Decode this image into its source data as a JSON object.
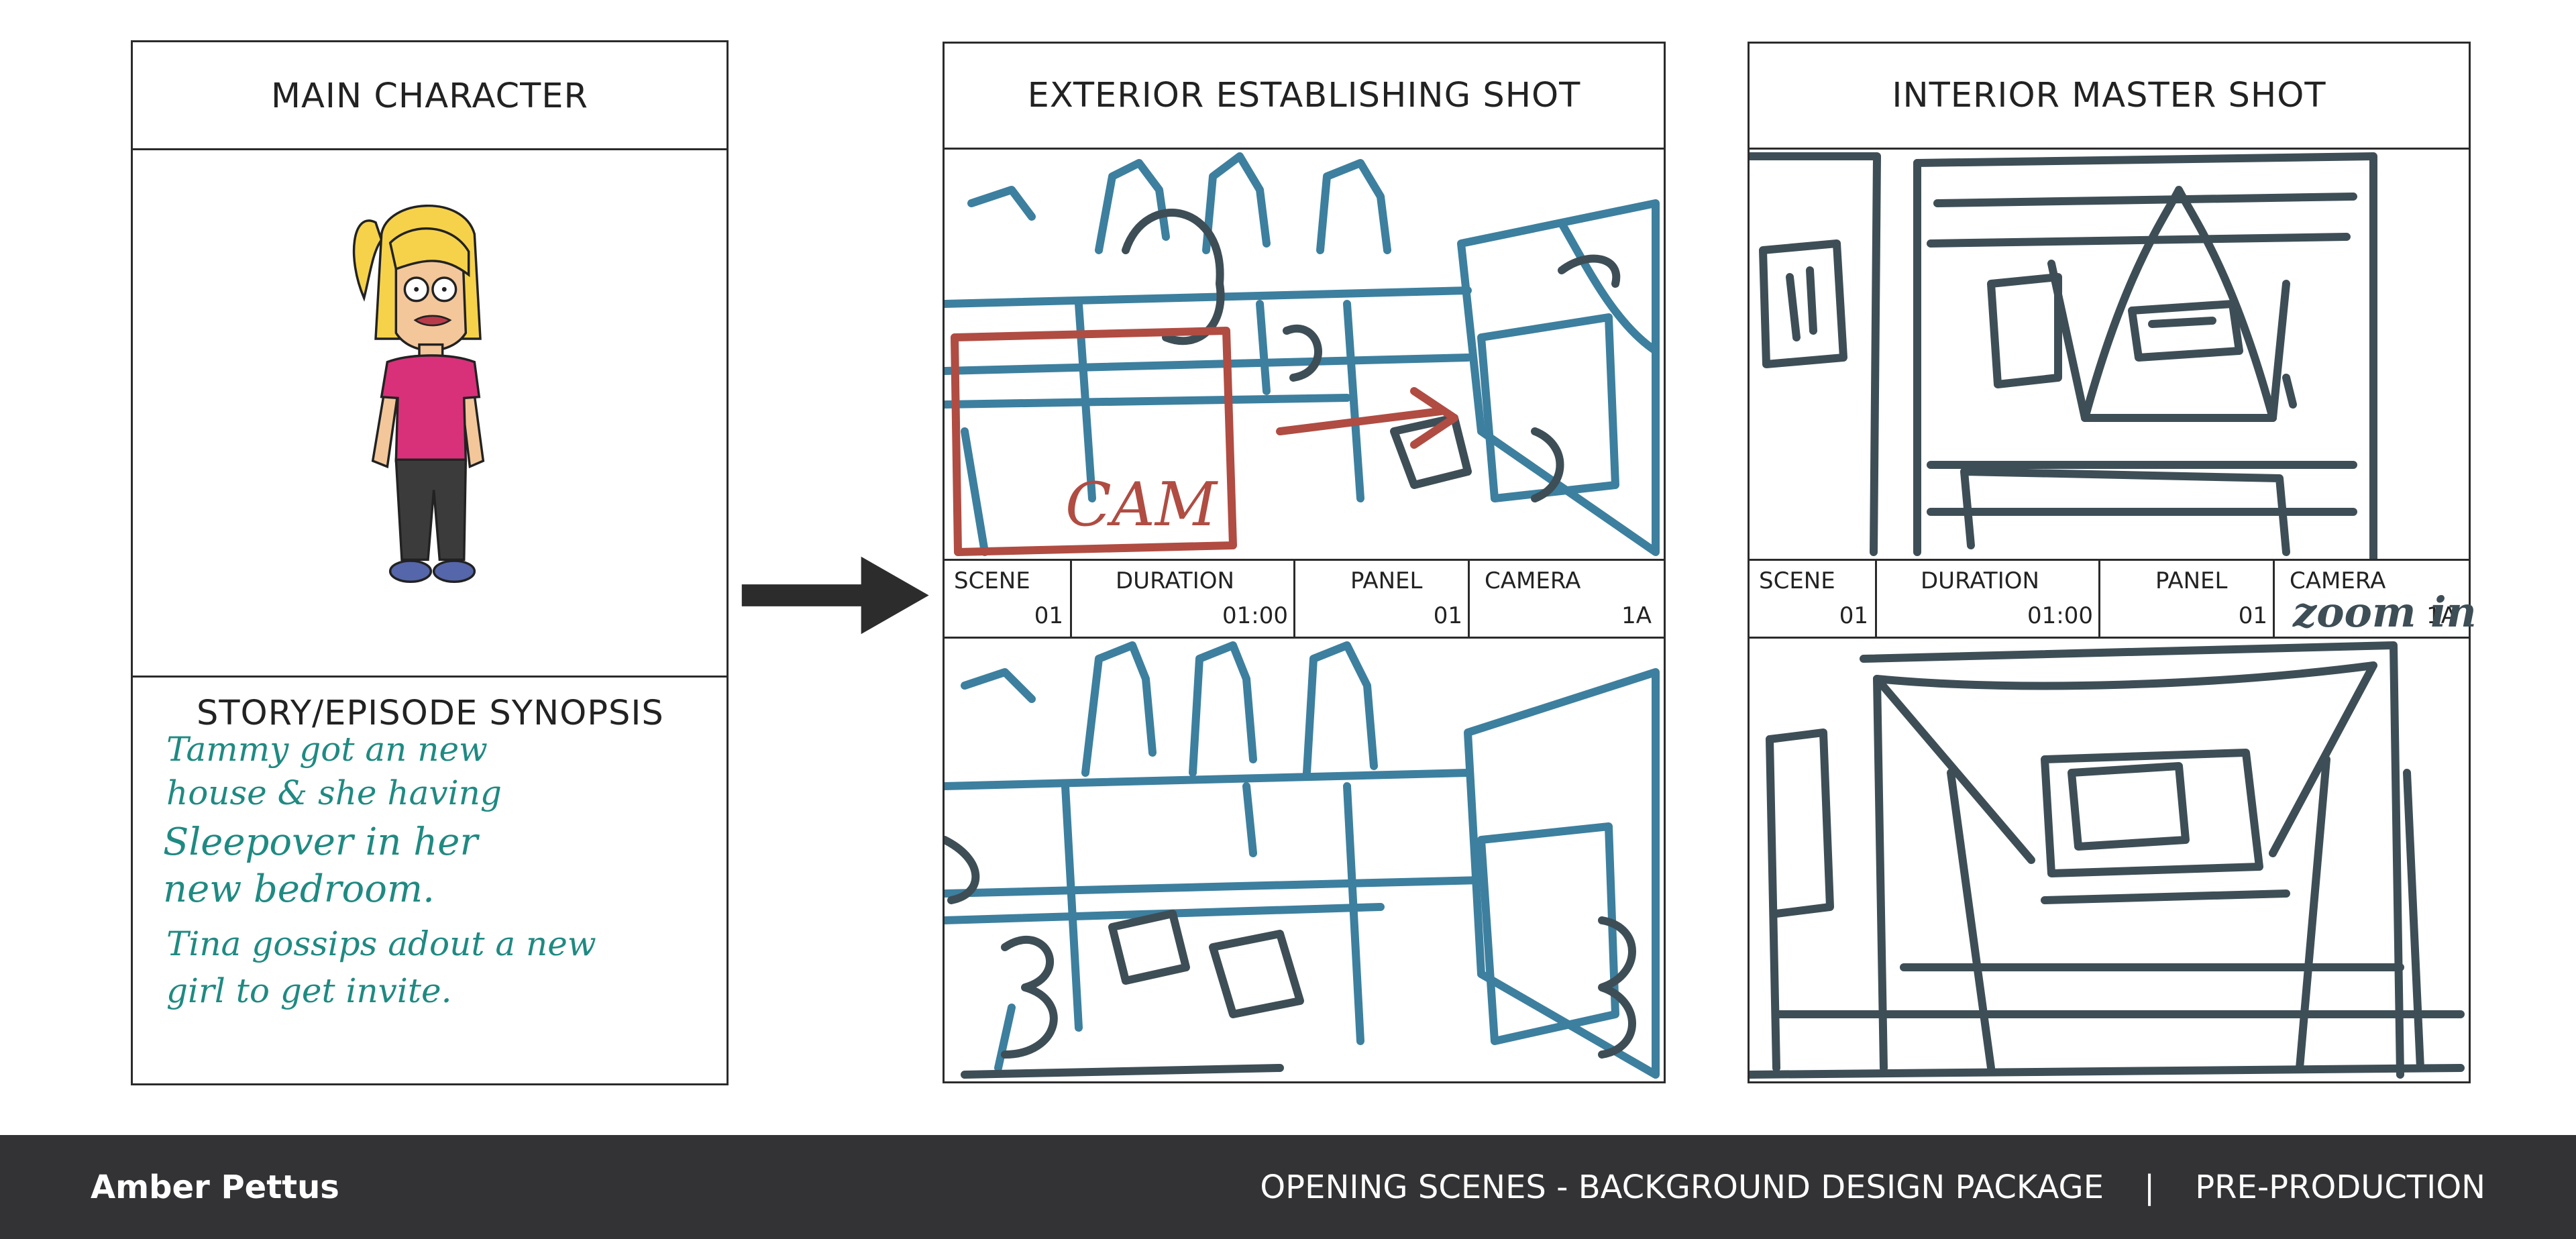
{
  "character_panel": {
    "title": "MAIN CHARACTER",
    "synopsis_title": "STORY/EPISODE SYNOPSIS",
    "synopsis_lines": [
      "Tammy got an new",
      "house & she having",
      "Sleepover in her",
      "new bedroom.",
      "Tina gossips adout a new",
      "girl to get invite."
    ]
  },
  "exterior_panel": {
    "title": "EXTERIOR ESTABLISHING SHOT",
    "sketch_note": "CAM",
    "meta": {
      "scene_label": "SCENE",
      "scene_value": "01",
      "duration_label": "DURATION",
      "duration_value": "01:00",
      "panel_label": "PANEL",
      "panel_value": "01",
      "camera_label": "CAMERA",
      "camera_value": "1A"
    }
  },
  "interior_panel": {
    "title": "INTERIOR MASTER SHOT",
    "camera_note": "zoom in",
    "meta": {
      "scene_label": "SCENE",
      "scene_value": "01",
      "duration_label": "DURATION",
      "duration_value": "01:00",
      "panel_label": "PANEL",
      "panel_value": "01",
      "camera_label": "CAMERA",
      "camera_value": "1A"
    }
  },
  "footer": {
    "author": "Amber Pettus",
    "project": "OPENING SCENES - BACKGROUND DESIGN PACKAGE",
    "separator": "|",
    "stage": "PRE-PRODUCTION"
  },
  "colors": {
    "sketch_blue": "#3d7f9e",
    "sketch_dark": "#3e4e56",
    "sketch_red": "#b04c42",
    "handwriting": "#1f8a82",
    "footer_bg": "#333335"
  },
  "icons": [
    "arrow-right-icon",
    "character-illustration",
    "sketch-exterior",
    "sketch-interior"
  ]
}
